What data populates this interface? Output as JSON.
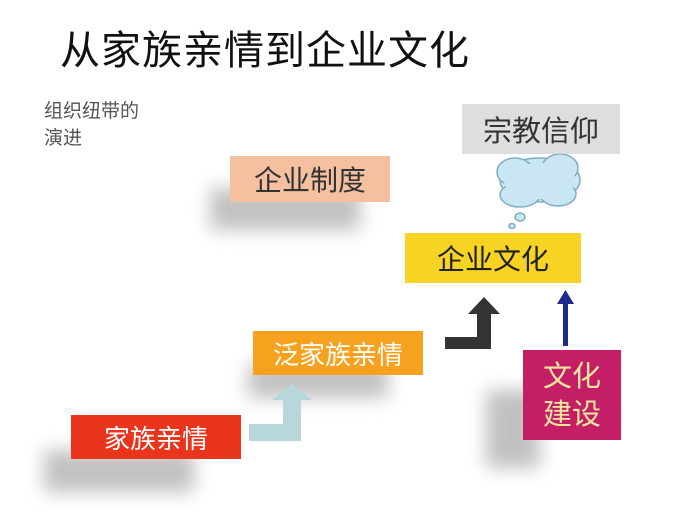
{
  "title": "从家族亲情到企业文化",
  "subtitle": "组织纽带的演进",
  "boxes": {
    "zongjiao": "宗教信仰",
    "zhidu": "企业制度",
    "qiye_wenhua": "企业文化",
    "fan_jiazu": "泛家族亲情",
    "jiazu": "家族亲情",
    "wenhua_jianshe": "文化建设"
  },
  "colors": {
    "zongjiao": "#dedede",
    "zhidu": "#f4c0a0",
    "qiye_wenhua": "#f7d324",
    "fan_jiazu": "#f6a21f",
    "jiazu": "#e8351c",
    "wenhua_jianshe": "#c41f66",
    "cloud": "#c9e6f2",
    "arrow_light": "#b8d7db",
    "arrow_dark": "#333333",
    "arrow_blue": "#1c2b8c"
  },
  "icons": {
    "thought_cloud": "thought-cloud-icon",
    "up_arrow_light": "bent-up-arrow-icon",
    "up_arrow_dark": "bent-up-arrow-icon",
    "up_arrow_blue": "up-arrow-icon"
  }
}
